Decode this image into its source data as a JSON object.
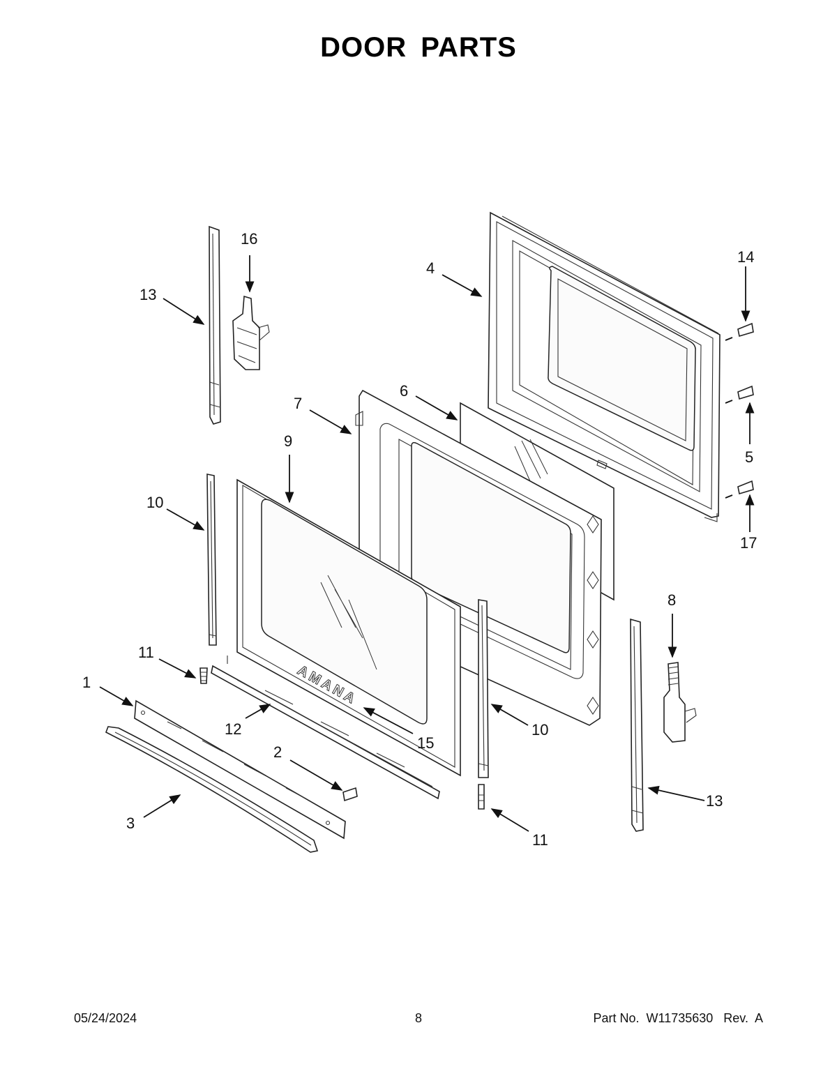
{
  "title": "DOOR PARTS",
  "brand_mark": "AMANA",
  "footer": {
    "date": "05/24/2024",
    "page": "8",
    "part": "Part No.  W11735630   Rev.  A"
  },
  "callouts": [
    {
      "id": "c13a",
      "label": "13"
    },
    {
      "id": "c16",
      "label": "16"
    },
    {
      "id": "c4",
      "label": "4"
    },
    {
      "id": "c14",
      "label": "14"
    },
    {
      "id": "c6",
      "label": "6"
    },
    {
      "id": "c7",
      "label": "7"
    },
    {
      "id": "c9",
      "label": "9"
    },
    {
      "id": "c5",
      "label": "5"
    },
    {
      "id": "c10a",
      "label": "10"
    },
    {
      "id": "c17",
      "label": "17"
    },
    {
      "id": "c8",
      "label": "8"
    },
    {
      "id": "c11a",
      "label": "11"
    },
    {
      "id": "c1",
      "label": "1"
    },
    {
      "id": "c12",
      "label": "12"
    },
    {
      "id": "c15",
      "label": "15"
    },
    {
      "id": "c10b",
      "label": "10"
    },
    {
      "id": "c2",
      "label": "2"
    },
    {
      "id": "c13b",
      "label": "13"
    },
    {
      "id": "c3",
      "label": "3"
    },
    {
      "id": "c11b",
      "label": "11"
    }
  ]
}
